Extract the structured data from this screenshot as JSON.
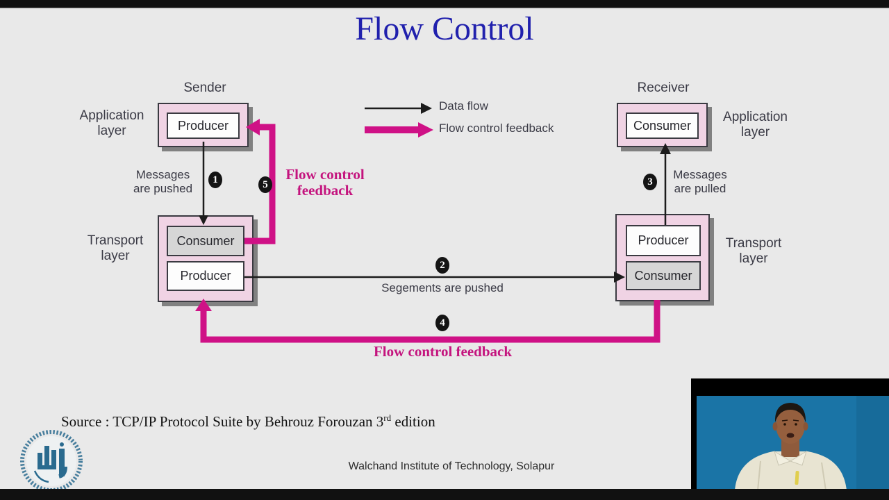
{
  "slide": {
    "title": "Flow Control"
  },
  "legend": {
    "data_flow": "Data flow",
    "feedback": "Flow control feedback"
  },
  "diagram": {
    "sender": {
      "title": "Sender",
      "app_layer": "Application layer",
      "app_box": "Producer",
      "transport_layer": "Transport layer",
      "transport_top_box": "Consumer",
      "transport_bottom_box": "Producer"
    },
    "receiver": {
      "title": "Receiver",
      "app_layer": "Application layer",
      "app_box": "Consumer",
      "transport_layer": "Transport layer",
      "transport_top_box": "Producer",
      "transport_bottom_box": "Consumer"
    },
    "flows": {
      "f1": {
        "num": "1",
        "label": "Messages are pushed"
      },
      "f2": {
        "num": "2",
        "label": "Segements are pushed"
      },
      "f3": {
        "num": "3",
        "label": "Messages are pulled"
      },
      "f4": {
        "num": "4",
        "label": "Flow control feedback"
      },
      "f5": {
        "num": "5",
        "label": "Flow control feedback"
      }
    }
  },
  "footer": {
    "source_prefix": "Source : TCP/IP Protocol Suite by  Behrouz  Forouzan  3",
    "source_sup": "rd",
    "source_suffix": " edition",
    "institute": "Walchand Institute of Technology, Solapur"
  },
  "colors": {
    "title_blue": "#2020ad",
    "accent_pink": "#cf1186",
    "box_pink": "#f0d3e4",
    "slide_bg": "#e9e9e9",
    "video_bg": "#1a74a6"
  }
}
